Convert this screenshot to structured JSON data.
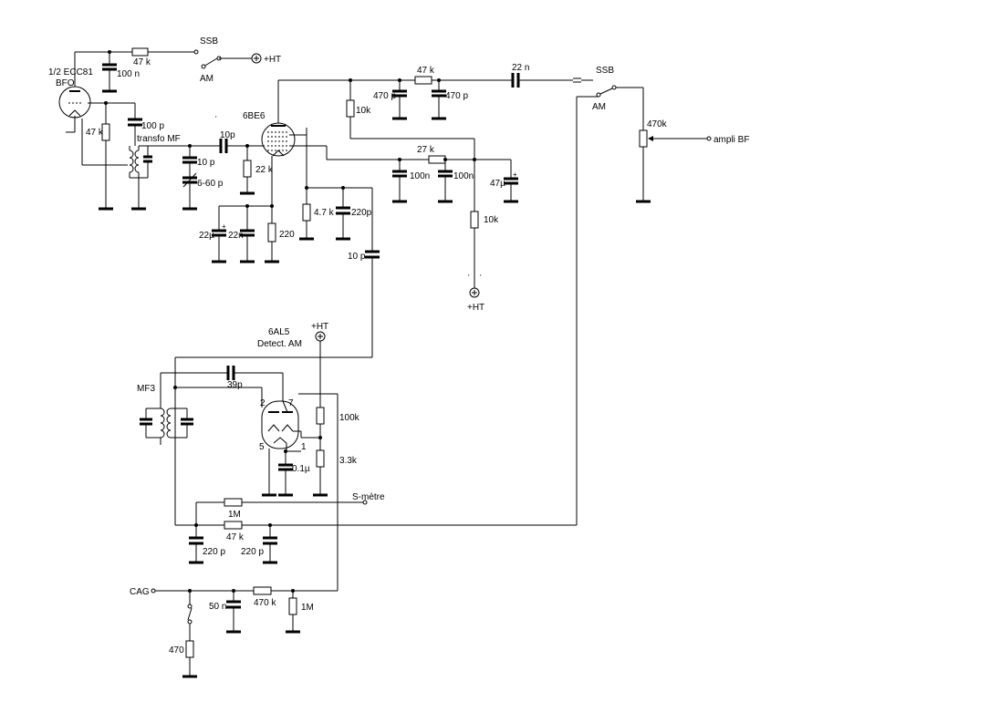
{
  "tubes": {
    "bfo": {
      "line1": "1/2 ECC81",
      "line2": "BFO"
    },
    "mixer": {
      "type": "6BE6"
    },
    "detector": {
      "line1": "6AL5",
      "line2": "Detect. AM",
      "pin2": "2",
      "pin7": "7",
      "pin5": "5",
      "pin1": "1"
    }
  },
  "switches": {
    "top": {
      "ssb": "SSB",
      "am": "AM"
    },
    "right": {
      "ssb": "SSB",
      "am": "AM"
    }
  },
  "supply": {
    "ht_top": "+HT",
    "ht_mid": "+HT",
    "ht_det": "+HT"
  },
  "labels": {
    "transfo_mf": "transfo MF",
    "mf3": "MF3",
    "ampli_bf": "ampli BF",
    "s_metre": "S-mètre",
    "cag": "CAG"
  },
  "components": {
    "r_bfo_top": "47 k",
    "c_bfo_top": "100 n",
    "r_bfo_grid": "47 k",
    "c_bfo_couple": "100 p",
    "c_mf_10p": "10 p",
    "c_trim": "6-60 p",
    "c_10p_grid": "10p",
    "r_22k": "22 k",
    "c_22u": "22µ",
    "c_22n": "22n",
    "r_220": "220",
    "r_4k7": "4.7 k",
    "c_220p_a": "220p",
    "c_10p_out": "10 p",
    "r_10k_a": "10k",
    "c_470p_a": "470 p",
    "r_47k_top": "47 k",
    "c_470p_b": "470 p",
    "c_22n_out": "22 n",
    "r_27k": "27 k",
    "c_100n_a": "100n",
    "c_100n_b": "100n",
    "c_47u": "47µ",
    "r_10k_b": "10k",
    "pot_470k": "470k",
    "c_39p": "39p",
    "r_100k": "100k",
    "r_3k3": "3.3k",
    "c_0u1": "0.1µ",
    "r_1m_s": "1M",
    "r_47k_det": "47 k",
    "c_220p_b": "220 p",
    "c_220p_c": "220 p",
    "c_50n": "50 n",
    "r_470k": "470 k",
    "r_1m_cag": "1M",
    "r_470": "470"
  }
}
